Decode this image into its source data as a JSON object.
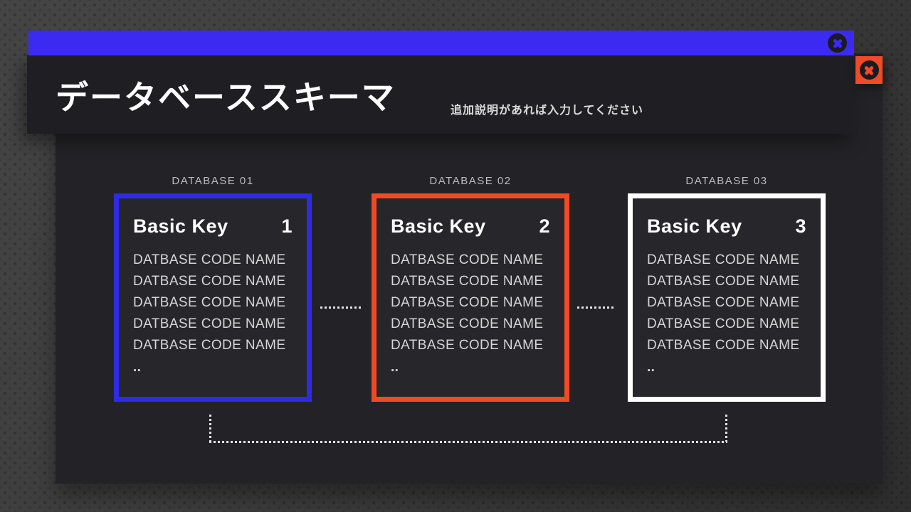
{
  "header": {
    "title": "データベーススキーマ",
    "subtitle": "追加説明があれば入力してください"
  },
  "colors": {
    "accent_blue": "#3b2bf2",
    "accent_orange": "#f14a27",
    "card_border_blue": "#2f2be4",
    "card_border_orange": "#f14a27",
    "card_border_white": "#ffffff"
  },
  "databases": [
    {
      "label": "DATABASE 01",
      "key_title": "Basic Key",
      "key_number": "1",
      "border_color": "#2f2be4",
      "rows": [
        "DATBASE CODE NAME",
        "DATBASE CODE NAME",
        "DATBASE CODE NAME",
        "DATBASE CODE NAME",
        "DATBASE CODE NAME"
      ],
      "more": ".."
    },
    {
      "label": "DATABASE 02",
      "key_title": "Basic Key",
      "key_number": "2",
      "border_color": "#f14a27",
      "rows": [
        "DATBASE CODE NAME",
        "DATBASE CODE NAME",
        "DATBASE CODE NAME",
        "DATBASE CODE NAME",
        "DATBASE CODE NAME"
      ],
      "more": ".."
    },
    {
      "label": "DATABASE 03",
      "key_title": "Basic Key",
      "key_number": "3",
      "border_color": "#ffffff",
      "rows": [
        "DATBASE CODE NAME",
        "DATBASE CODE NAME",
        "DATBASE CODE NAME",
        "DATBASE CODE NAME",
        "DATBASE CODE NAME"
      ],
      "more": ".."
    }
  ]
}
